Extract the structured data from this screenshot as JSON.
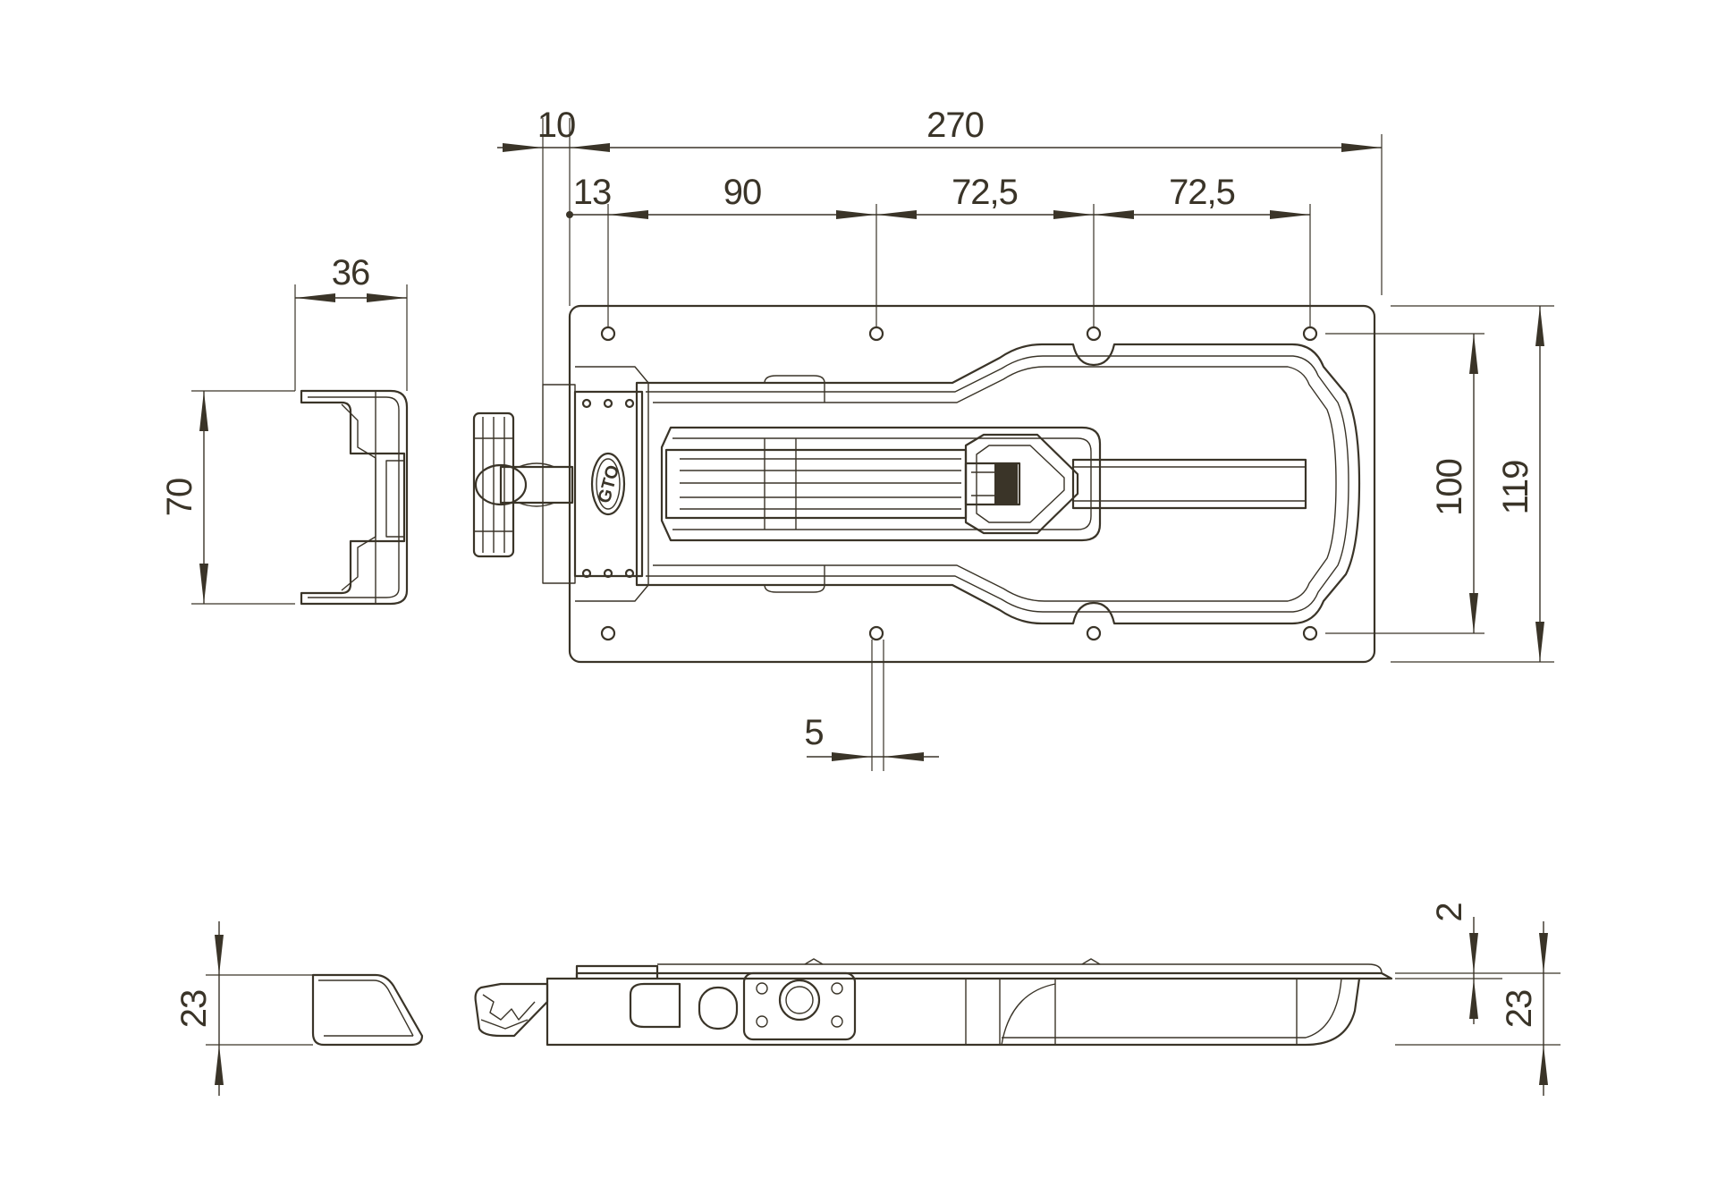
{
  "drawing": {
    "logo_text": "GTO",
    "line_color": "#3a3428",
    "dimensions": {
      "overall_length": "270",
      "offset_left": "10",
      "hole_offset": "13",
      "spacing_1": "90",
      "spacing_2": "72,5",
      "spacing_3": "72,5",
      "catch_width": "36",
      "catch_length": "70",
      "hole_spacing_vertical": "100",
      "plate_width": "119",
      "hole_diameter": "5",
      "catch_height": "23",
      "plate_thickness": "2",
      "body_height": "23"
    }
  }
}
